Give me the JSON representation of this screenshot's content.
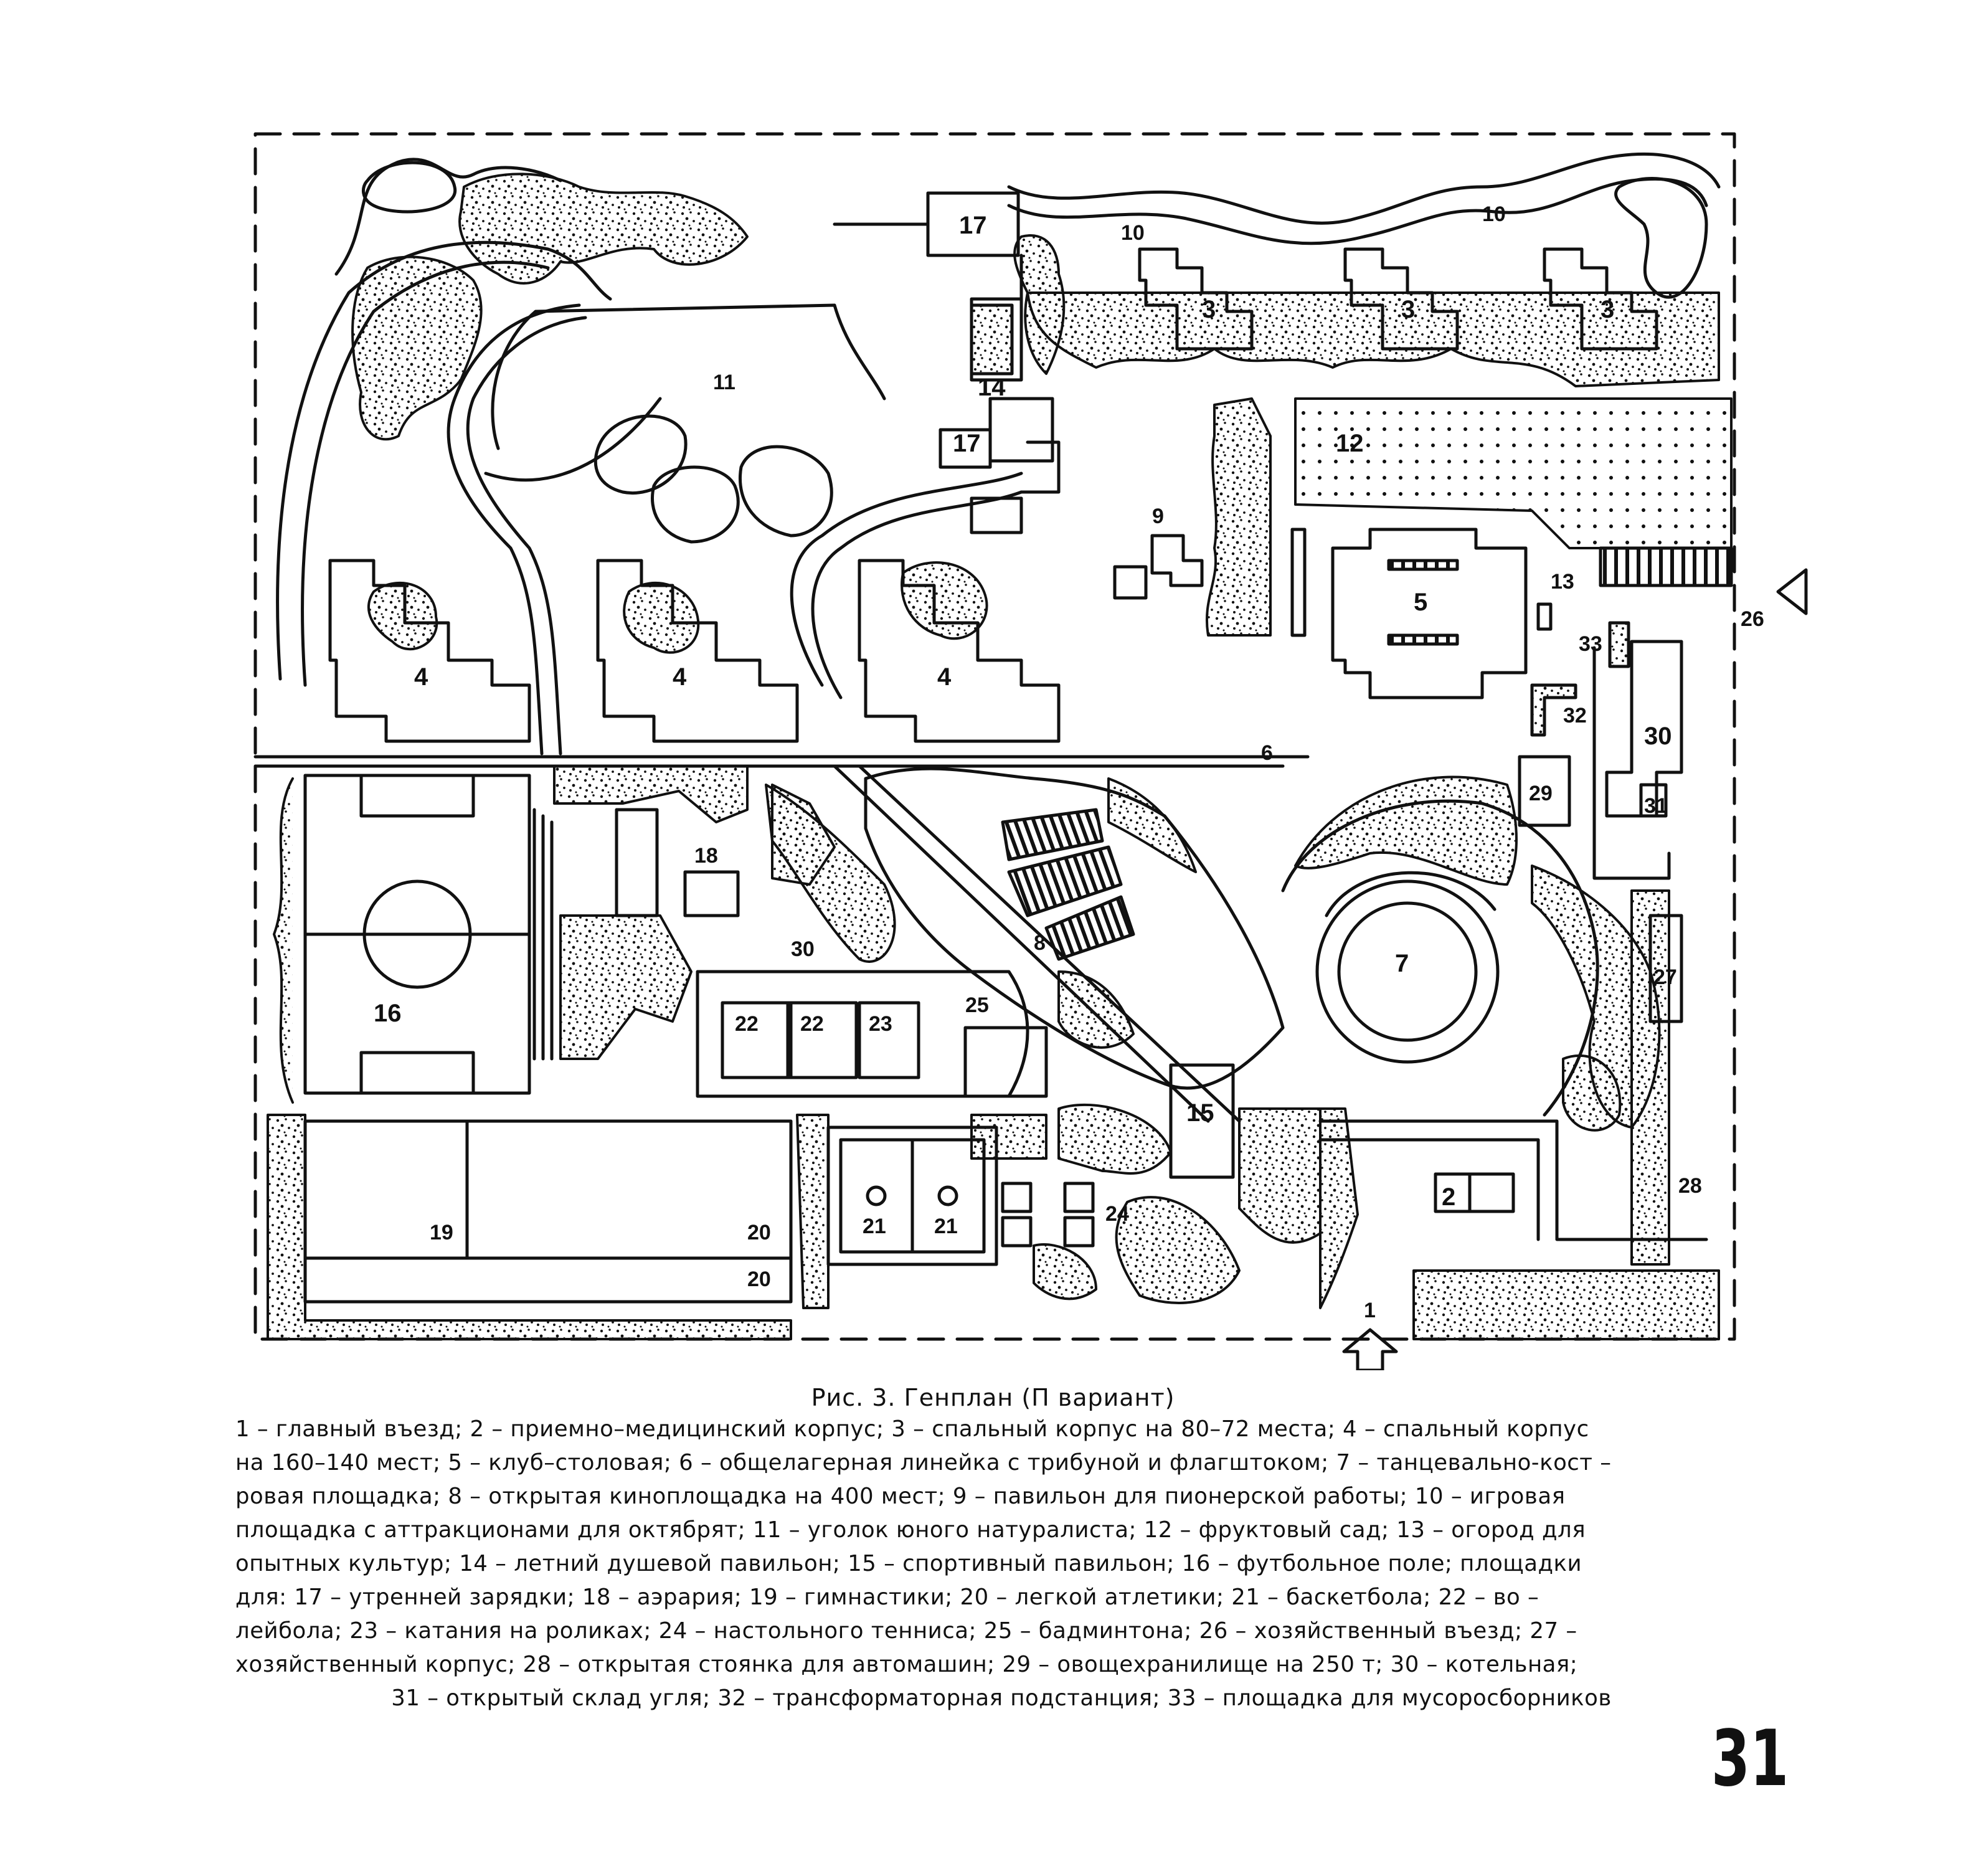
{
  "figure": {
    "title": "Рис. 3. Генплан (П вариант)"
  },
  "legend_lines": [
    "1 – главный въезд; 2 – приемно–медицинский корпус; 3 – спальный корпус на 80–72 места; 4 – спальный корпус",
    "на 160–140 мест; 5 – клуб–столовая; 6 – общелагерная линейка с трибуной и флагштоком; 7 – танцевально-кост –",
    "ровая площадка; 8 – открытая киноплощадка на 400 мест; 9 – павильон для пионерской работы; 10 – игровая",
    "площадка с аттракционами для октябрят; 11 – уголок юного натуралиста; 12 – фруктовый сад; 13 – огород для",
    "опытных культур; 14 – летний душевой павильон; 15 – спортивный павильон; 16 – футбольное поле; площадки",
    "для: 17 – утренней зарядки; 18 – аэрария; 19 – гимнастики; 20 – легкой атлетики; 21 – баскетбола; 22 – во –",
    "лейбола; 23 – катания на роликах; 24 – настольного тенниса; 25 – бадминтона; 26 – хозяйственный въезд; 27 –",
    "хозяйственный корпус; 28 – открытая стоянка для автомашин; 29 – овощехранилище на 250 т; 30 – котельная;",
    "31 – открытый склад угля; 32 – трансформаторная подстанция; 33 – площадка для мусоросборников"
  ],
  "plan_labels": {
    "l17a": "17",
    "l17b": "17",
    "l14": "14",
    "l10a": "10",
    "l10b": "10",
    "l3a": "3",
    "l3b": "3",
    "l3c": "3",
    "l11": "11",
    "l12": "12",
    "l9": "9",
    "l5": "5",
    "l13": "13",
    "l26": "26",
    "l33": "33",
    "l32": "32",
    "l4a": "4",
    "l4b": "4",
    "l4c": "4",
    "l6": "6",
    "l30": "30",
    "l29": "29",
    "l31": "31",
    "l16": "16",
    "l18": "18",
    "l8": "8",
    "l7": "7",
    "l27": "27",
    "l22a": "22",
    "l22b": "22",
    "l23": "23",
    "l25": "25",
    "l15": "15",
    "l19": "19",
    "l20a": "20",
    "l20b": "20",
    "l21a": "21",
    "l21b": "21",
    "l24": "24",
    "l2": "2",
    "l28": "28",
    "l1": "1",
    "l30s": "30"
  },
  "page_number": "31",
  "colors": {
    "ink": "#111111",
    "paper": "#ffffff"
  }
}
